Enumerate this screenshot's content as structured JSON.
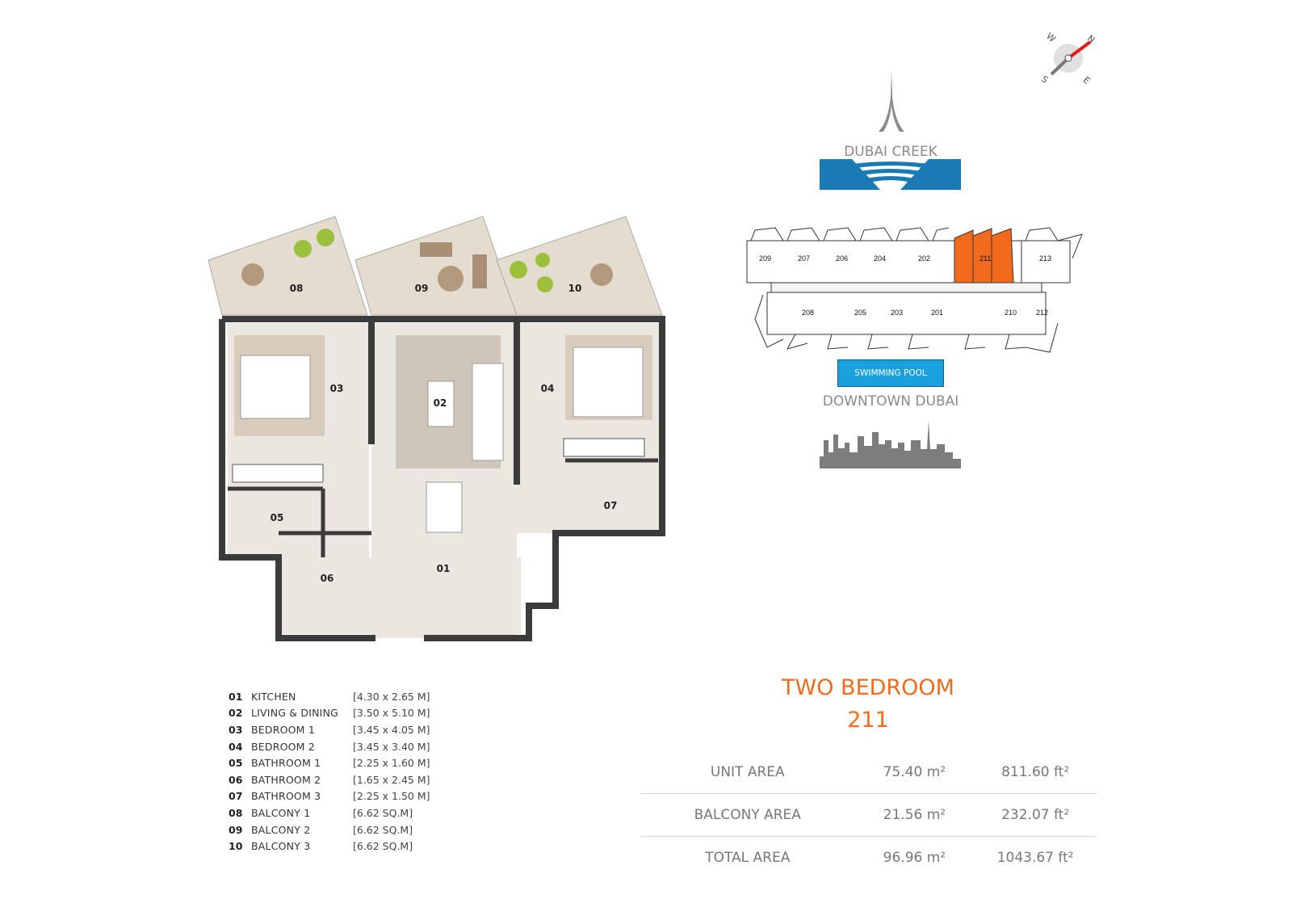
{
  "compass": {
    "n": "N",
    "e": "E",
    "s": "S",
    "w": "W"
  },
  "logo": {
    "name": "DUBAI CREEK",
    "color": "#1a7ab5"
  },
  "building_plan": {
    "highlight_color": "#f26b1d",
    "units_top": [
      "209",
      "207",
      "206",
      "204",
      "202",
      "211",
      "213"
    ],
    "units_bottom": [
      "208",
      "205",
      "203",
      "201",
      "210",
      "212"
    ],
    "selected_unit": "211",
    "pool_label": "SWIMMING POOL",
    "view_label": "DOWNTOWN DUBAI"
  },
  "floor_plan": {
    "room_tags": {
      "r01": "01",
      "r02": "02",
      "r03": "03",
      "r04": "04",
      "r05": "05",
      "r06": "06",
      "r07": "07",
      "r08": "08",
      "r09": "09",
      "r10": "10"
    }
  },
  "rooms": [
    {
      "num": "01",
      "name": "KITCHEN",
      "dim": "[4.30 x 2.65 M]"
    },
    {
      "num": "02",
      "name": "LIVING & DINING",
      "dim": "[3.50 x 5.10 M]"
    },
    {
      "num": "03",
      "name": "BEDROOM 1",
      "dim": "[3.45 x 4.05 M]"
    },
    {
      "num": "04",
      "name": "BEDROOM 2",
      "dim": "[3.45 x 3.40 M]"
    },
    {
      "num": "05",
      "name": "BATHROOM 1",
      "dim": "[2.25 x 1.60 M]"
    },
    {
      "num": "06",
      "name": "BATHROOM 2",
      "dim": "[1.65 x 2.45 M]"
    },
    {
      "num": "07",
      "name": "BATHROOM 3",
      "dim": "[2.25 x 1.50 M]"
    },
    {
      "num": "08",
      "name": "BALCONY 1",
      "dim": "[6.62 SQ.M]"
    },
    {
      "num": "09",
      "name": "BALCONY 2",
      "dim": "[6.62 SQ.M]"
    },
    {
      "num": "10",
      "name": "BALCONY 3",
      "dim": "[6.62 SQ.M]"
    }
  ],
  "unit": {
    "type": "TWO BEDROOM",
    "number": "211",
    "accent": "#f26b1d"
  },
  "areas": [
    {
      "label": "UNIT AREA",
      "m2": "75.40 m²",
      "ft2": "811.60 ft²"
    },
    {
      "label": "BALCONY AREA",
      "m2": "21.56 m²",
      "ft2": "232.07 ft²"
    },
    {
      "label": "TOTAL AREA",
      "m2": "96.96 m²",
      "ft2": "1043.67 ft²"
    }
  ]
}
